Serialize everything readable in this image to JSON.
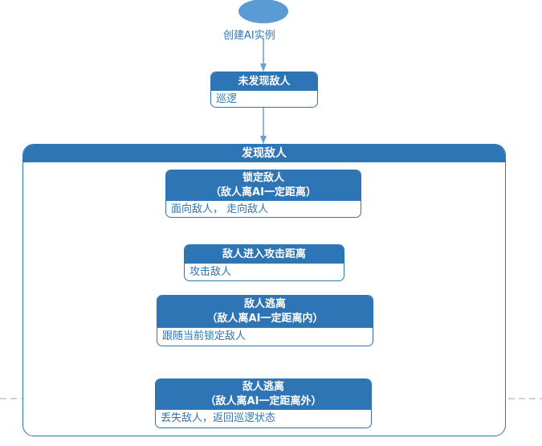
{
  "colors": {
    "accent": "#2e75b6",
    "start_node": "#5b9bd5",
    "arrow": "#6a9fd2",
    "dash": "#a6a6a6"
  },
  "start": {
    "label": "创建AI实例"
  },
  "idle": {
    "title": "未发现敌人",
    "action": "巡逻"
  },
  "group": {
    "title": "发现敌人"
  },
  "lock": {
    "title_1": "锁定敌人",
    "title_2": "（敌人离AI一定距离）",
    "action": "面向敌人，  走向敌人"
  },
  "attack": {
    "title": "敌人进入攻击距离",
    "action": "攻击敌人"
  },
  "flee_in": {
    "title_1": "敌人逃离",
    "title_2": "（敌人离AI一定距离内）",
    "action": "跟随当前锁定敌人"
  },
  "flee_out": {
    "title_1": "敌人逃离",
    "title_2": "（敌人离AI一定距离外）",
    "action": "丢失敌人，返回巡逻状态"
  }
}
